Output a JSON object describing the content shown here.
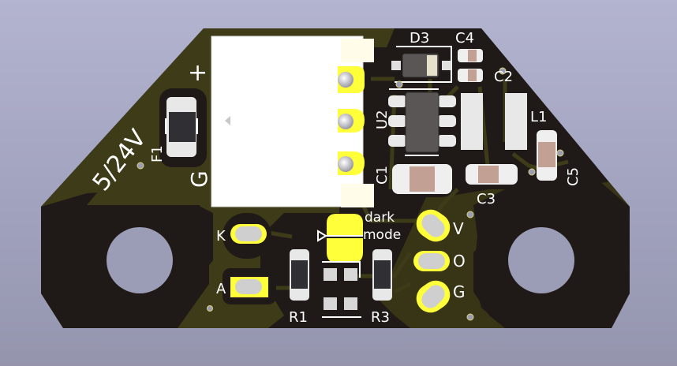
{
  "view": {
    "type": "pcb-3d-render",
    "board_side": "top"
  },
  "colors": {
    "background_top": "#b3b4cf",
    "background_bottom": "#9495ad",
    "board_copper_pour": "#3d3b18",
    "board_soldermask_dark": "#1f1a17",
    "silkscreen": "#ffffff",
    "pad_gold": "#ffff3a",
    "pad_silver": "#d0d0d0",
    "capacitor_body": "#c2a094",
    "component_dark": "#2f2f34",
    "connector_body": "#ffffff",
    "mounting_hole": "#9b9cb5"
  },
  "labels": {
    "voltage": "5/24V",
    "plus": "+",
    "ground_left": "G",
    "f1": "F1",
    "d3": "D3",
    "c4": "C4",
    "c2": "C2",
    "u2": "U2",
    "c1": "C1",
    "l1": "L1",
    "c5": "C5",
    "c3": "C3",
    "k": "K",
    "a": "A",
    "dark": "dark",
    "mode": "mode",
    "v": "V",
    "o": "O",
    "g": "G",
    "r1": "R1",
    "r3": "R3"
  },
  "components": [
    {
      "ref": "J1",
      "type": "3-pin connector"
    },
    {
      "ref": "F1",
      "type": "fuse"
    },
    {
      "ref": "D3",
      "type": "diode"
    },
    {
      "ref": "C4",
      "type": "capacitor 0402"
    },
    {
      "ref": "C2",
      "type": "capacitor 0402"
    },
    {
      "ref": "U2",
      "type": "SOT-23-6 IC"
    },
    {
      "ref": "C1",
      "type": "capacitor 1206"
    },
    {
      "ref": "C3",
      "type": "capacitor 0805"
    },
    {
      "ref": "L1",
      "type": "inductor"
    },
    {
      "ref": "C5",
      "type": "capacitor 0603"
    },
    {
      "ref": "R1",
      "type": "resistor 0805"
    },
    {
      "ref": "R3",
      "type": "resistor 0805"
    },
    {
      "ref": "JP1",
      "type": "solder jumper (dark mode)"
    }
  ]
}
